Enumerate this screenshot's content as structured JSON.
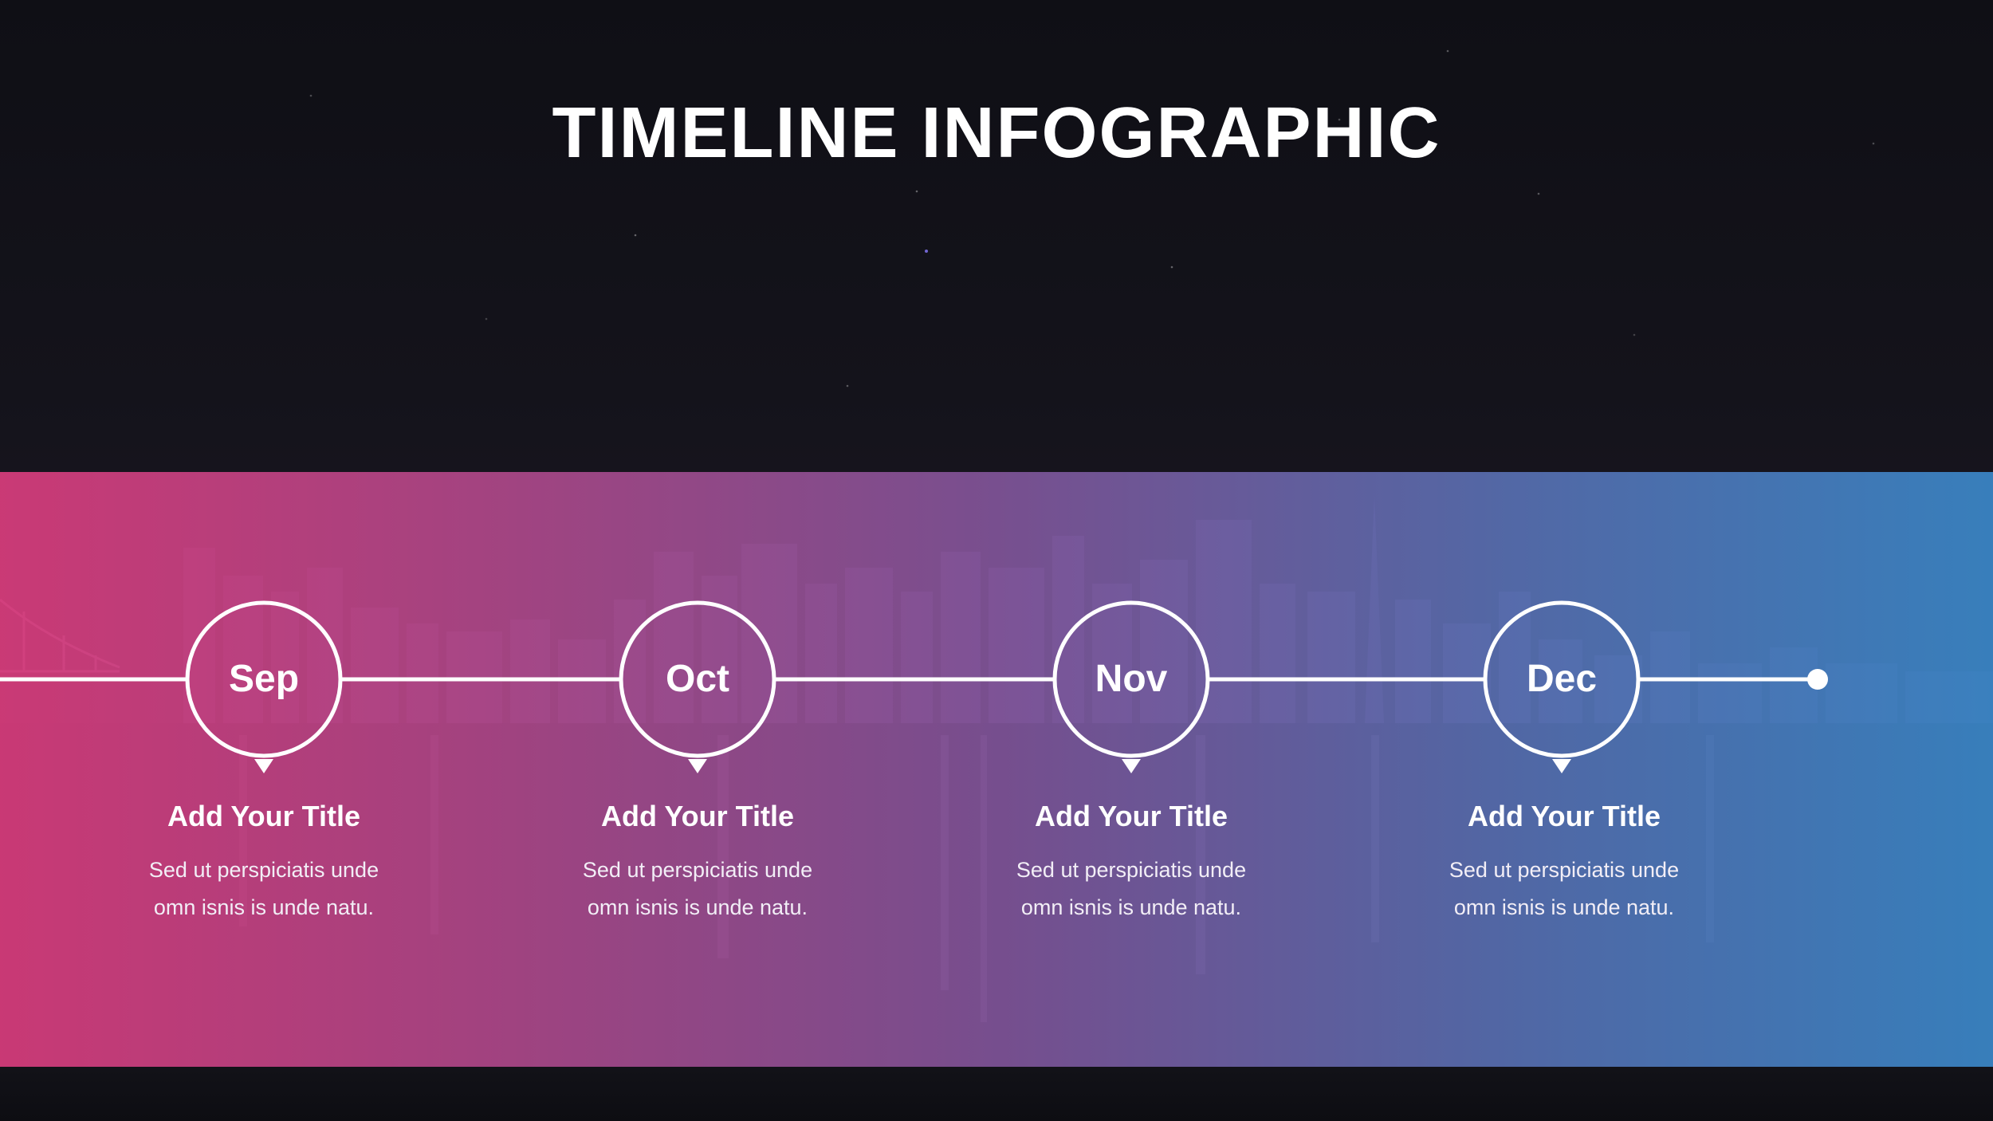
{
  "slide": {
    "title": "TIMELINE INFOGRAPHIC"
  },
  "timeline": {
    "items": [
      {
        "month": "Sep",
        "title": "Add Your Title",
        "desc_line1": "Sed ut perspiciatis unde",
        "desc_line2": "omn isnis is unde natu."
      },
      {
        "month": "Oct",
        "title": "Add Your Title",
        "desc_line1": "Sed ut perspiciatis unde",
        "desc_line2": "omn isnis is unde natu."
      },
      {
        "month": "Nov",
        "title": "Add Your Title",
        "desc_line1": "Sed ut perspiciatis unde",
        "desc_line2": "omn isnis is unde natu."
      },
      {
        "month": "Dec",
        "title": "Add Your Title",
        "desc_line1": "Sed ut perspiciatis unde",
        "desc_line2": "omn isnis is unde natu."
      }
    ]
  },
  "colors": {
    "gradient_left": "#e43e80",
    "gradient_right": "#3a8cce",
    "line": "#ffffff",
    "background": "#101016"
  }
}
